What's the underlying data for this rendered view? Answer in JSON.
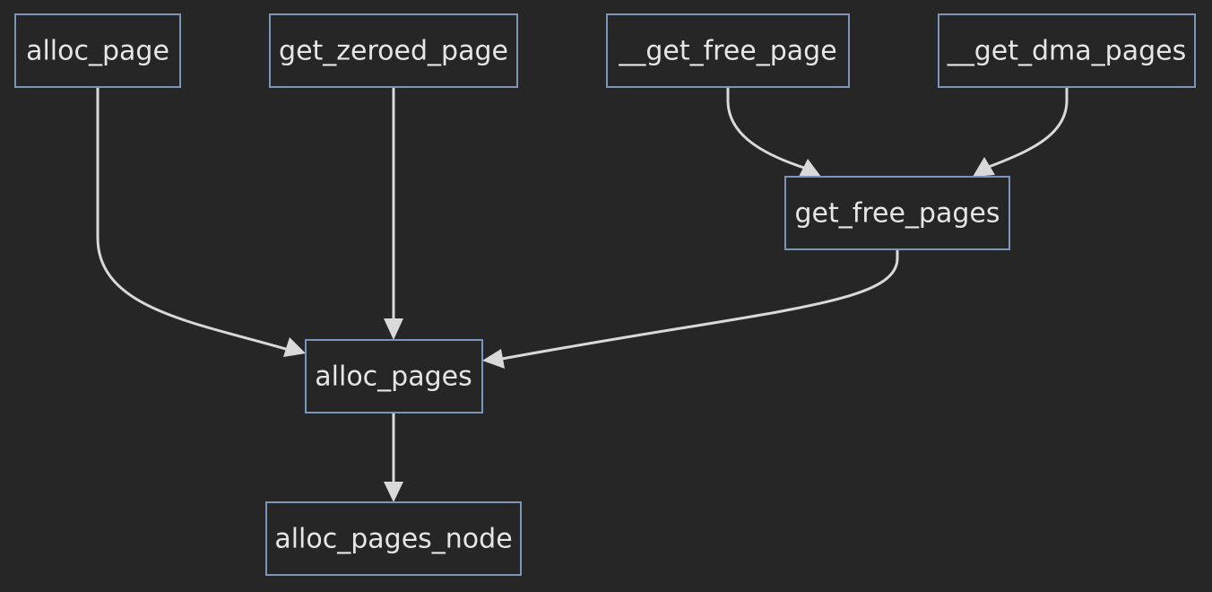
{
  "diagram": {
    "type": "flowchart",
    "nodes": {
      "alloc_page": "alloc_page",
      "get_zeroed_page": "get_zeroed_page",
      "get_free_page": "__get_free_page",
      "get_dma_pages": "__get_dma_pages",
      "get_free_pages": "get_free_pages",
      "alloc_pages": "alloc_pages",
      "alloc_pages_node": "alloc_pages_node"
    },
    "edges": [
      {
        "from": "alloc_page",
        "to": "alloc_pages"
      },
      {
        "from": "get_zeroed_page",
        "to": "alloc_pages"
      },
      {
        "from": "get_free_page",
        "to": "get_free_pages"
      },
      {
        "from": "get_dma_pages",
        "to": "get_free_pages"
      },
      {
        "from": "get_free_pages",
        "to": "alloc_pages"
      },
      {
        "from": "alloc_pages",
        "to": "alloc_pages_node"
      }
    ]
  },
  "colors": {
    "background": "#262626",
    "node_border": "#7b94b8",
    "edge": "#d9d9d9",
    "text": "#e6e6e6"
  }
}
